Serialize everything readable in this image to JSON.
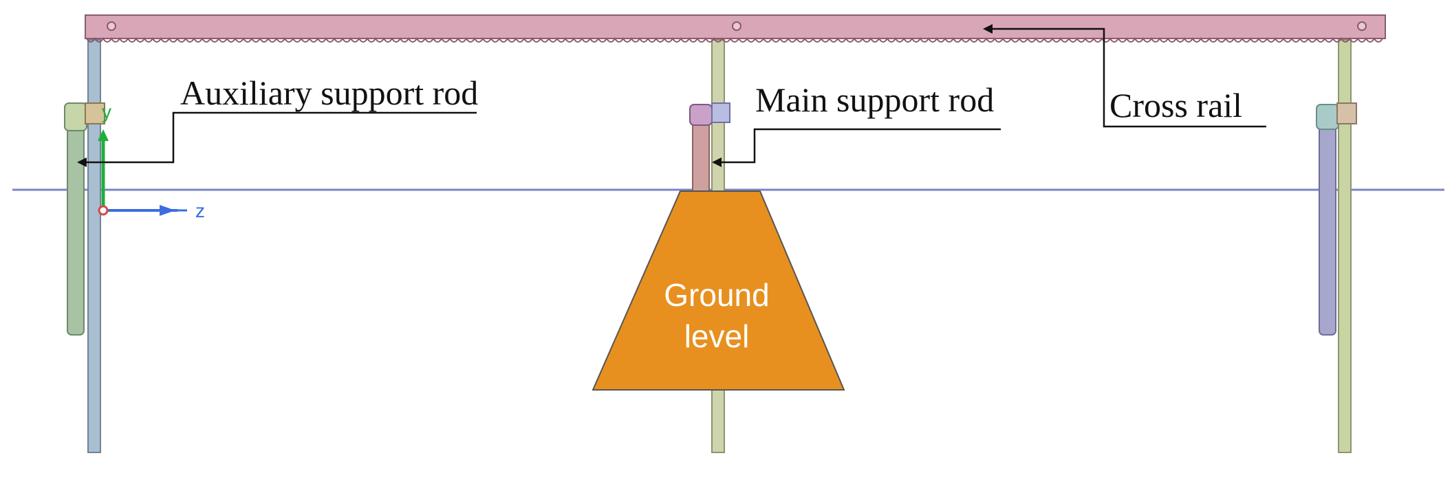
{
  "labels": {
    "auxiliary_support_rod": "Auxiliary support rod",
    "main_support_rod": "Main support rod",
    "cross_rail": "Cross rail"
  },
  "ground": {
    "line1": "Ground",
    "line2": "level"
  },
  "axis": {
    "z_label": "z",
    "y_label": "y"
  },
  "colors": {
    "cross_rail_fill": "#d9a6b8",
    "cross_rail_stroke": "#8a5a6d",
    "ground_line": "#7b86c9",
    "trapezoid_fill": "#e8901f",
    "rod_blue": "#a9bed0",
    "rod_green": "#c9d4a4",
    "aux_rod_green": "#a7c3a3",
    "aux_rod_purple": "#a7a6cc",
    "main_rod_pink": "#cfa0a0",
    "axis_green": "#1fae3b",
    "axis_blue": "#3a6de0"
  }
}
